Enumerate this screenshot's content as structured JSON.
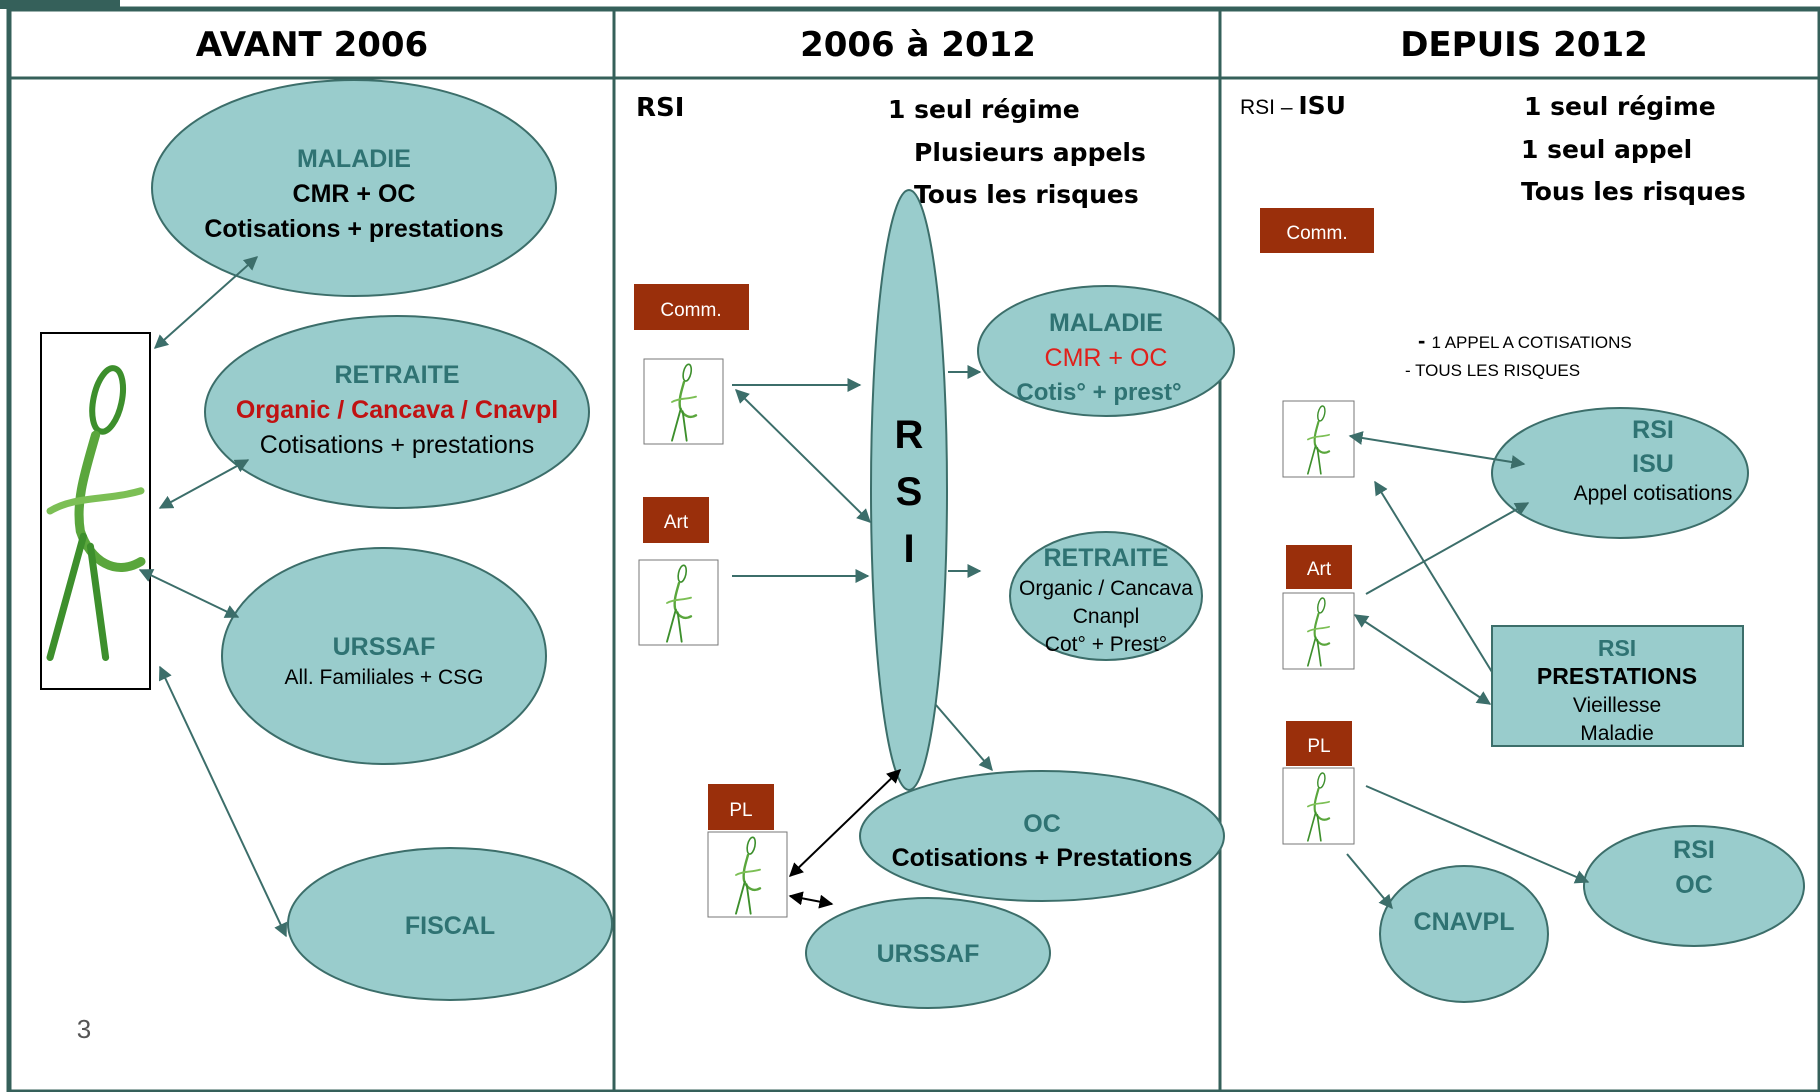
{
  "columns": {
    "col1": "AVANT 2006",
    "col2": "2006 à 2012",
    "col3": "DEPUIS 2012"
  },
  "page_number": "3",
  "c1": {
    "maladie": [
      "MALADIE",
      "CMR + OC",
      "Cotisations + prestations"
    ],
    "retraite": [
      "RETRAITE",
      "Organic / Cancava / Cnavpl",
      "Cotisations + prestations"
    ],
    "urssaf": [
      "URSSAF",
      "All. Familiales + CSG"
    ],
    "fiscal": "FISCAL"
  },
  "c2": {
    "rsi_label": "RSI",
    "lines": [
      "1 seul  régime",
      "Plusieurs appels",
      "Tous les risques"
    ],
    "rsi_big": [
      "R",
      "S",
      "I"
    ],
    "tags": {
      "comm": "Comm.",
      "art": "Art",
      "pl": "PL"
    },
    "maladie": [
      "MALADIE",
      "CMR + OC",
      "Cotis°    + prest°"
    ],
    "retraite": [
      "RETRAITE",
      "Organic / Cancava",
      "Cnanpl",
      "Cot° + Prest°"
    ],
    "oc": [
      "OC",
      "Cotisations + Prestations"
    ],
    "urssaf": "URSSAF"
  },
  "c3": {
    "rsi_prefix": "RSI – ",
    "rsi_isu": "ISU",
    "lines": [
      "1 seul régime",
      "1 seul appel",
      "Tous les risques"
    ],
    "tags": {
      "comm": "Comm.",
      "art": "Art",
      "pl": "PL"
    },
    "notes": [
      "1 APPEL A COTISATIONS",
      "- TOUS LES RISQUES"
    ],
    "rsi_isu_box": [
      "RSI",
      "ISU",
      "Appel cotisations"
    ],
    "rsi_prest": [
      "RSI",
      "PRESTATIONS",
      "Vieillesse",
      "Maladie"
    ],
    "rsi_oc": [
      "RSI",
      "OC"
    ],
    "cnavpl": "CNAVPL"
  },
  "colors": {
    "frame": "#35605a",
    "ellipse_fill": "#99cccc",
    "ellipse_stroke": "#3c6e6a",
    "heading_teal": "#2f7373",
    "accent_red": "#e0201b",
    "dark_red": "#c01212",
    "tag_fill": "#9a2f0b",
    "figure_green": "#3d8f2c"
  },
  "icons": {
    "person": "stick-figure-logo-icon",
    "arrow": "arrow-icon"
  }
}
